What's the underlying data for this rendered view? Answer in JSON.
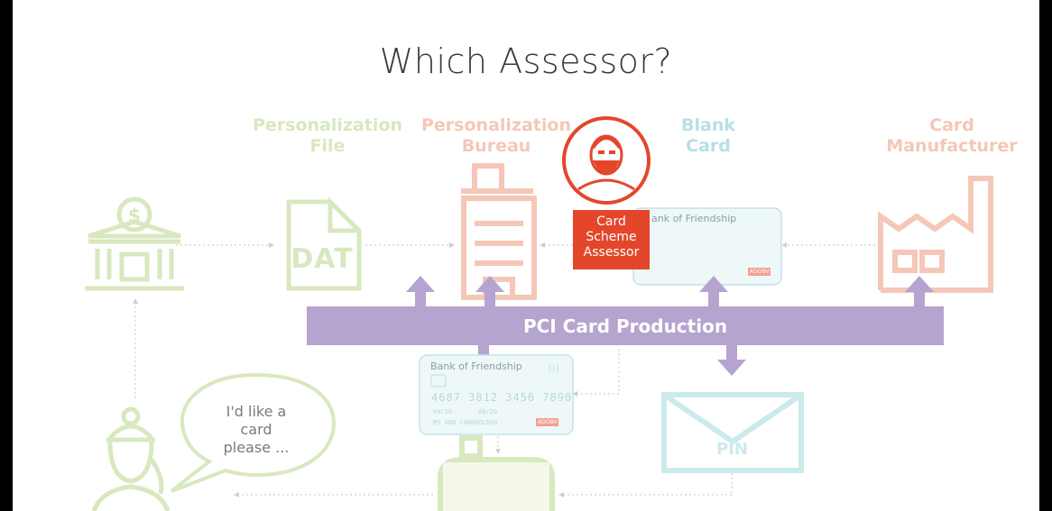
{
  "title": "Which Assessor?",
  "labels": {
    "personalization_file": [
      "Personalization",
      "File"
    ],
    "personalization_bureau": [
      "Personalization",
      "Bureau"
    ],
    "blank_card": [
      "Blank",
      "Card"
    ],
    "card_manufacturer": [
      "Card",
      "Manufacturer"
    ]
  },
  "assessor": [
    "Card",
    "Scheme",
    "Assessor"
  ],
  "band": "PCI Card Production",
  "file_icon_text": "DAT",
  "pin_text": "PIN",
  "speech": [
    "I'd like a",
    "card",
    "please ..."
  ],
  "card_front": {
    "bank": "Bank of Friendship",
    "number": "4687 3812 3456 7890",
    "valid_from": "09/16",
    "valid_to": "08/20",
    "holder": "MS ANN CARDHOLDER",
    "brand": "ADOBV"
  },
  "card_blank": {
    "bank": "ank of Friendship",
    "brand": "ADOBV"
  },
  "colors": {
    "green": "#d8e8bf",
    "orange": "#f4c7b7",
    "blue": "#b7e0e3",
    "purple": "#b5a3d0",
    "red": "#e4462b"
  }
}
